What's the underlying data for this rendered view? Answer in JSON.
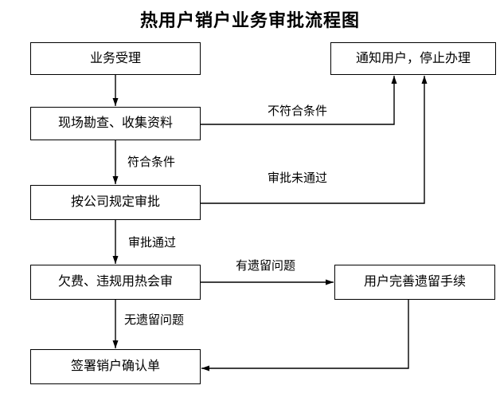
{
  "title": "热用户销户业务审批流程图",
  "colors": {
    "background": "#ffffff",
    "line": "#000000",
    "text": "#000000"
  },
  "flowchart": {
    "type": "flowchart",
    "nodes": [
      {
        "id": "accept",
        "label": "业务受理"
      },
      {
        "id": "notify",
        "label": "通知用户，停止办理"
      },
      {
        "id": "survey",
        "label": "现场勘查、收集资料"
      },
      {
        "id": "approve",
        "label": "按公司规定审批"
      },
      {
        "id": "review",
        "label": "欠费、违规用热会审"
      },
      {
        "id": "complete",
        "label": "用户完善遗留手续"
      },
      {
        "id": "sign",
        "label": "签署销户确认单"
      }
    ],
    "edges": [
      {
        "from": "业务受理",
        "to": "现场勘查、收集资料",
        "label": ""
      },
      {
        "from": "现场勘查、收集资料",
        "to": "按公司规定审批",
        "label": "符合条件"
      },
      {
        "from": "现场勘查、收集资料",
        "to": "通知用户，停止办理",
        "label": "不符合条件"
      },
      {
        "from": "按公司规定审批",
        "to": "欠费、违规用热会审",
        "label": "审批通过"
      },
      {
        "from": "按公司规定审批",
        "to": "通知用户，停止办理",
        "label": "审批未通过"
      },
      {
        "from": "欠费、违规用热会审",
        "to": "用户完善遗留手续",
        "label": "有遗留问题"
      },
      {
        "from": "欠费、违规用热会审",
        "to": "签署销户确认单",
        "label": "无遗留问题"
      },
      {
        "from": "用户完善遗留手续",
        "to": "签署销户确认单",
        "label": ""
      }
    ]
  }
}
